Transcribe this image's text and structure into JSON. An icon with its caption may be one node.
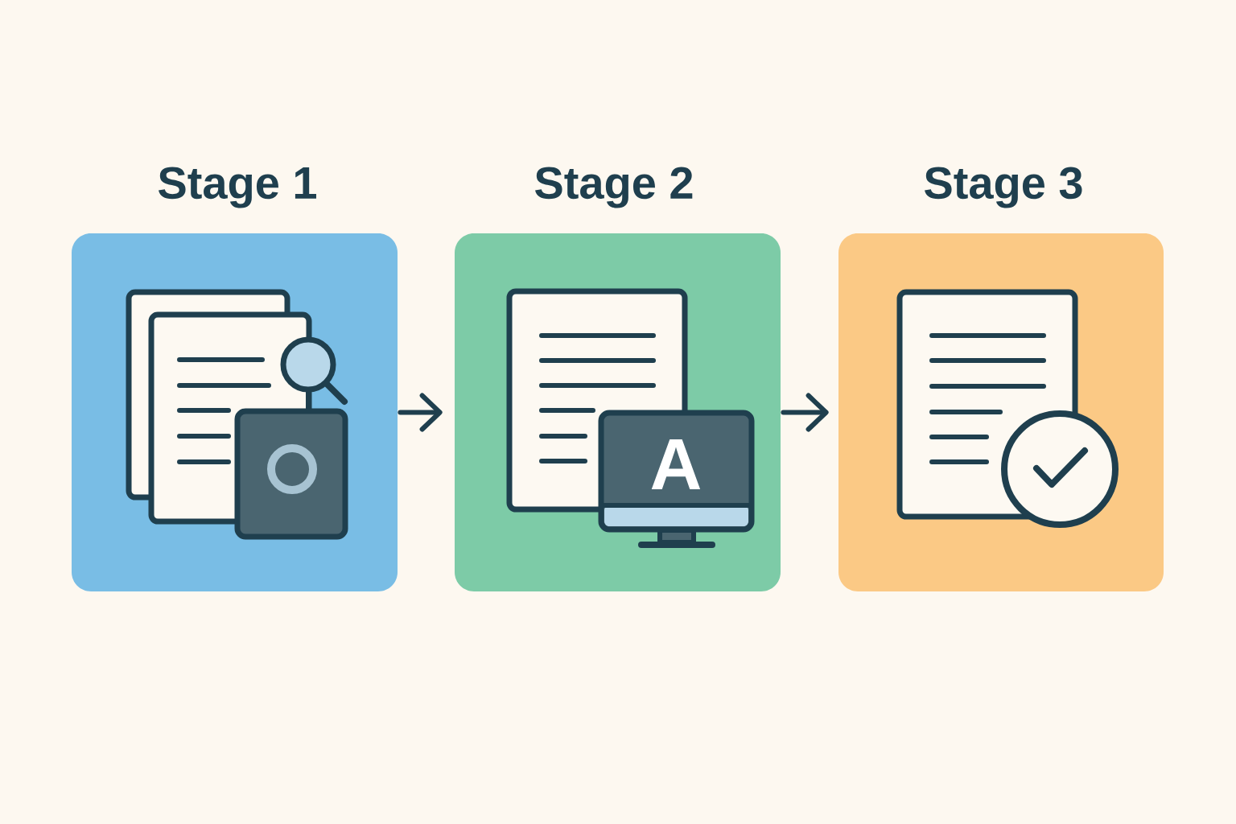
{
  "diagram": {
    "nodes": [
      {
        "text": [
          "Stage 1"
        ]
      },
      {
        "text": [
          "Stage 2"
        ]
      },
      {
        "text": [
          "Stage 3"
        ]
      }
    ],
    "edges": [
      {
        "from": 0,
        "to": 1,
        "arrow": "to"
      },
      {
        "from": 1,
        "to": 2,
        "arrow": "to"
      }
    ],
    "labels": [
      "A"
    ]
  }
}
